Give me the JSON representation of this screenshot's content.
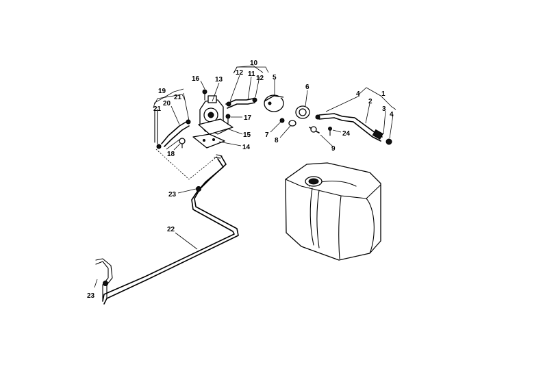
{
  "callouts": {
    "c1": "1",
    "c2": "2",
    "c3": "3",
    "c4a": "4",
    "c4b": "4",
    "c5": "5",
    "c6": "6",
    "c7": "7",
    "c8": "8",
    "c9": "9",
    "c10": "10",
    "c11": "11",
    "c12a": "12",
    "c12b": "12",
    "c13": "13",
    "c14": "14",
    "c15": "15",
    "c16": "16",
    "c17": "17",
    "c18": "18",
    "c19": "19",
    "c20": "20",
    "c21a": "21",
    "c21b": "21",
    "c22": "22",
    "c23a": "23",
    "c23b": "23",
    "c24": "24"
  }
}
